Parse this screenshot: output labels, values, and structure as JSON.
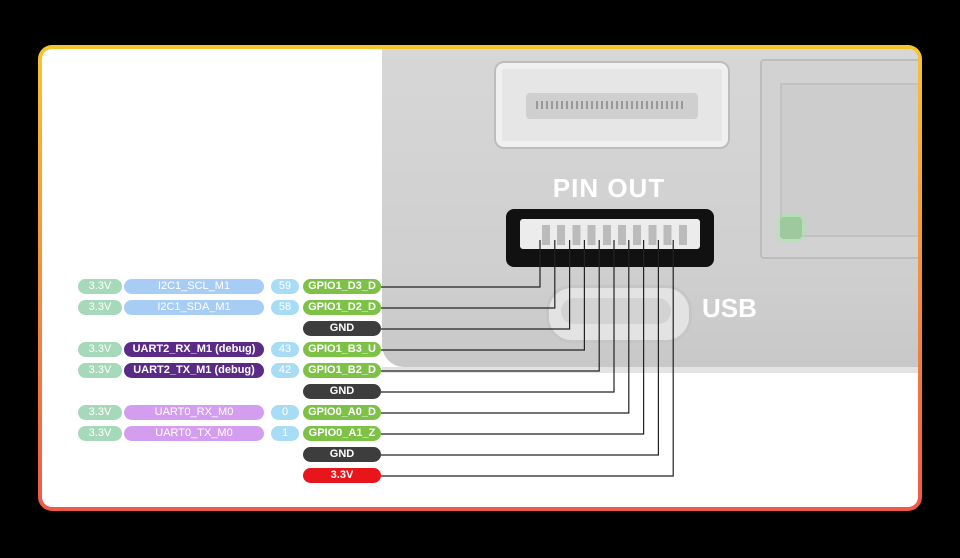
{
  "diagram": {
    "title": "PIN OUT",
    "usb_label": "USB",
    "rows": [
      {
        "v": "3.3V",
        "func": "I2C1_SCL_M1",
        "func_type": "i2c",
        "num": "59",
        "pin": "GPIO1_D3_D",
        "kind": "gpio"
      },
      {
        "v": "3.3V",
        "func": "I2C1_SDA_M1",
        "func_type": "i2c",
        "num": "58",
        "pin": "GPIO1_D2_D",
        "kind": "gpio"
      },
      {
        "v": "",
        "func": "",
        "func_type": "",
        "num": "",
        "pin": "GND",
        "kind": "gnd"
      },
      {
        "v": "3.3V",
        "func": "UART2_RX_M1 (debug)",
        "func_type": "uart2",
        "num": "43",
        "pin": "GPIO1_B3_U",
        "kind": "gpio"
      },
      {
        "v": "3.3V",
        "func": "UART2_TX_M1 (debug)",
        "func_type": "uart2",
        "num": "42",
        "pin": "GPIO1_B2_D",
        "kind": "gpio"
      },
      {
        "v": "",
        "func": "",
        "func_type": "",
        "num": "",
        "pin": "GND",
        "kind": "gnd"
      },
      {
        "v": "3.3V",
        "func": "UART0_RX_M0",
        "func_type": "uart0",
        "num": "0",
        "pin": "GPIO0_A0_D",
        "kind": "gpio"
      },
      {
        "v": "3.3V",
        "func": "UART0_TX_M0",
        "func_type": "uart0",
        "num": "1",
        "pin": "GPIO0_A1_Z",
        "kind": "gpio"
      },
      {
        "v": "",
        "func": "",
        "func_type": "",
        "num": "",
        "pin": "GND",
        "kind": "gnd"
      },
      {
        "v": "",
        "func": "",
        "func_type": "",
        "num": "",
        "pin": "3.3V",
        "kind": "power"
      }
    ]
  },
  "colors": {
    "voltage": "#a6d9b9",
    "i2c": "#a8cdf5",
    "uart2": "#5b2a86",
    "uart0": "#d49ef0",
    "pin_number": "#a8dcf5",
    "gpio": "#7dc247",
    "gnd": "#3d3d3d",
    "power": "#e8161b",
    "frame_gradient": [
      "#f7c531",
      "#f0584a"
    ]
  }
}
